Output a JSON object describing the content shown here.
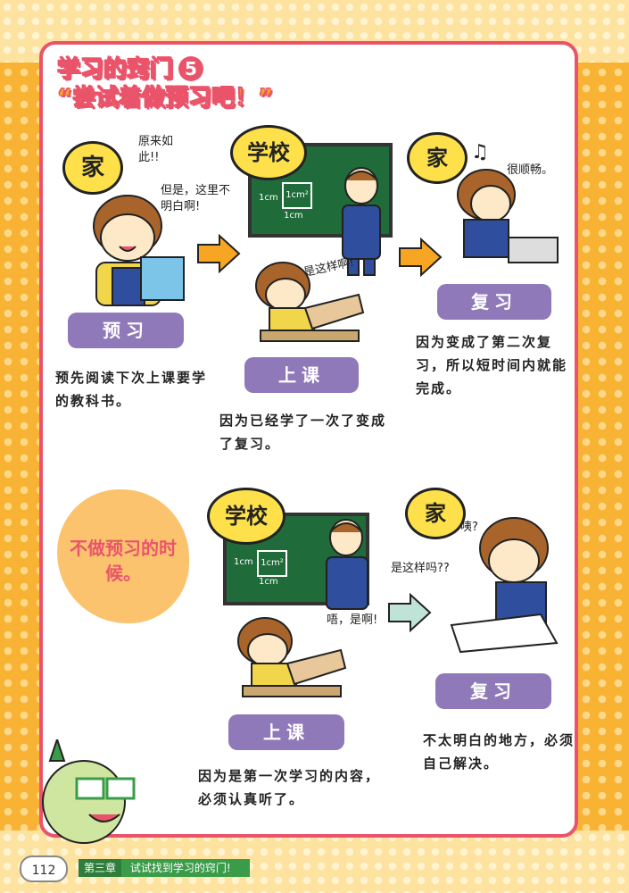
{
  "title": {
    "line1": "学习的窍门",
    "number": "5",
    "line2": "“尝试着做预习吧！”"
  },
  "places": {
    "home": "家",
    "school": "学校"
  },
  "board": {
    "cell1": "1cm",
    "cell2": "1cm²",
    "bottom": "1cm"
  },
  "top_row": {
    "step1": {
      "bubble_a": "原来如此!!",
      "bubble_b": "但是，这里不明白啊!",
      "label": "预习",
      "desc": "预先阅读下次上课要学的教科书。"
    },
    "step2": {
      "bubble": "是这样啊!",
      "label": "上课",
      "desc": "因为已经学了一次了变成了复习。"
    },
    "step3": {
      "note_icon": "music-note-icon",
      "bubble": "很顺畅。",
      "label": "复习",
      "desc": "因为变成了第二次复习，所以短时间内就能完成。"
    }
  },
  "bottom_row": {
    "cloud": "不做预习的时候。",
    "step1": {
      "bubble": "唔，是啊!",
      "label": "上课",
      "desc": "因为是第一次学习的内容，必须认真听了。"
    },
    "step2": {
      "bubble_a": "咦?",
      "bubble_b": "是这样吗??",
      "label": "复习",
      "desc": "不太明白的地方，必须自己解决。"
    }
  },
  "footer": {
    "page": "112",
    "chapter": "第三章",
    "section": "试试找到学习的窍门!"
  },
  "colors": {
    "accent": "#e9546b",
    "pill": "#8f79b8",
    "arrow_orange": "#f6a623",
    "arrow_teal": "#bfe3d6",
    "board": "#1f6b3a",
    "place_badge": "#fde04a"
  }
}
